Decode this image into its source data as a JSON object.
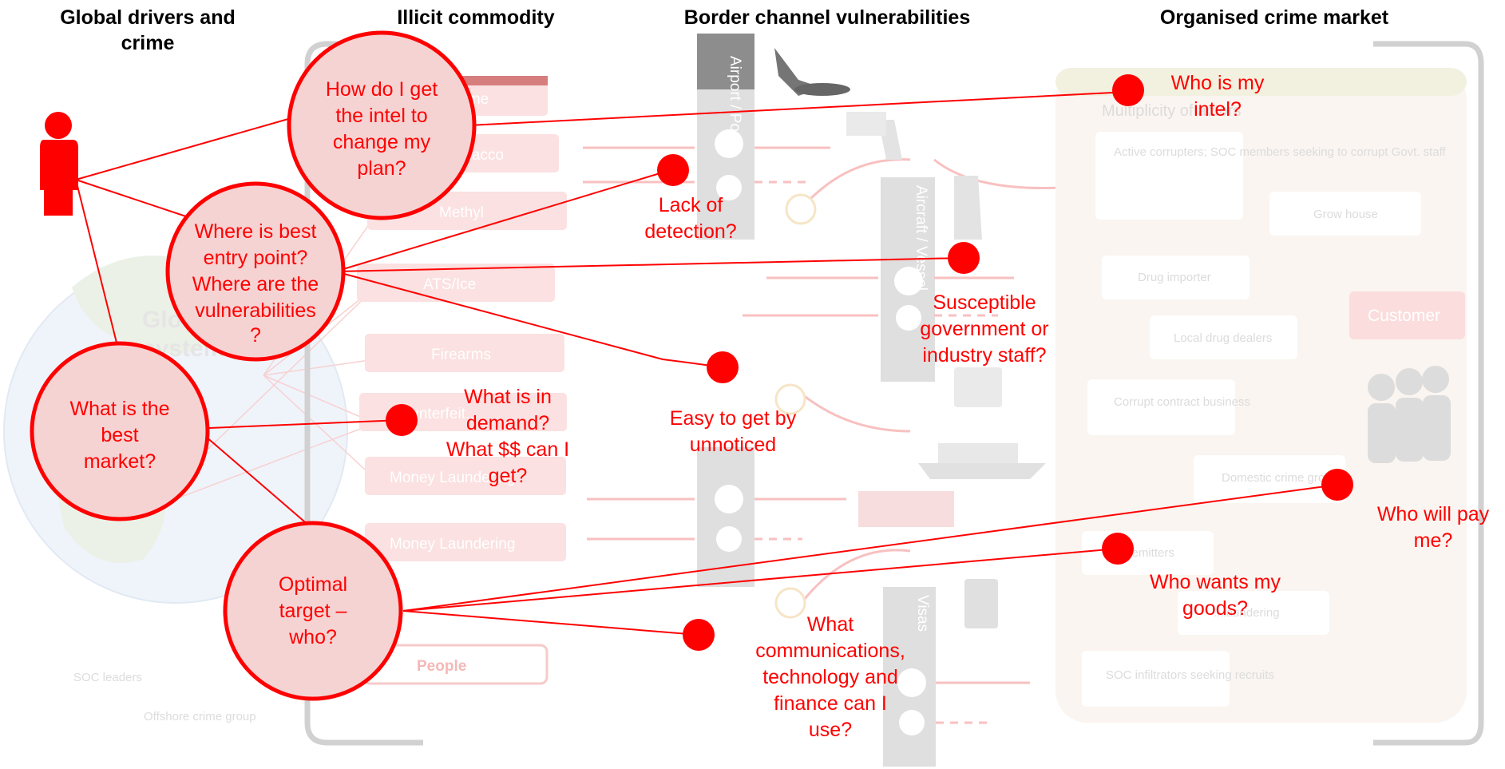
{
  "headers": {
    "global": [
      "Global drivers and",
      "crime"
    ],
    "commodity": "Illicit commodity",
    "border": "Border channel vulnerabilities",
    "market": "Organised crime market"
  },
  "background": {
    "global_system": [
      "Global",
      "system"
    ],
    "commodities": [
      "...me",
      "...acco",
      "Methyl",
      "ATS/Ice",
      "Firearms",
      "Counterfeit...",
      "Money Laundering",
      "Money Laundering",
      "People"
    ],
    "channels": [
      "Airport / Port",
      "Aircraft / Vessel",
      "Visas"
    ],
    "market_title": "Multiplicity of actors",
    "market_items": [
      "Active corrupters; SOC members seeking to corrupt Govt. staff",
      "Grow house",
      "Drug importer",
      "Customer",
      "Local drug dealers",
      "Corrupt contract business",
      "Domestic crime group",
      "...remitters",
      "...laundering",
      "SOC infiltrators seeking recruits"
    ],
    "left_labels": [
      "SOC leaders",
      "Offshore crime group"
    ]
  },
  "circles": {
    "intel": [
      "How do I get",
      "the intel to",
      "change my",
      "plan?"
    ],
    "entry": [
      "Where is best",
      "entry point?",
      "Where are the",
      "vulnerabilities",
      "?"
    ],
    "market": [
      "What is the",
      "best",
      "market?"
    ],
    "target": [
      "Optimal",
      "target –",
      "who?"
    ]
  },
  "questions": {
    "who_intel": [
      "Who is my",
      "intel?"
    ],
    "lack_detection": [
      "Lack of",
      "detection?"
    ],
    "susceptible": [
      "Susceptible",
      "government or",
      "industry staff?"
    ],
    "easy": [
      "Easy to get by",
      "unnoticed"
    ],
    "demand": [
      "What is in",
      "demand?",
      "What $$ can I",
      "get?"
    ],
    "pay": [
      "Who will pay",
      "me?"
    ],
    "wants": [
      "Who wants my",
      "goods?"
    ],
    "comms": [
      "What",
      "communications,",
      "technology and",
      "finance can I",
      "use?"
    ]
  },
  "colors": {
    "accent": "#ff0000",
    "circle_fill": "#f6d3d3",
    "faint_pink": "#f3a3a3",
    "grey_bar": "#7f7f7f"
  }
}
